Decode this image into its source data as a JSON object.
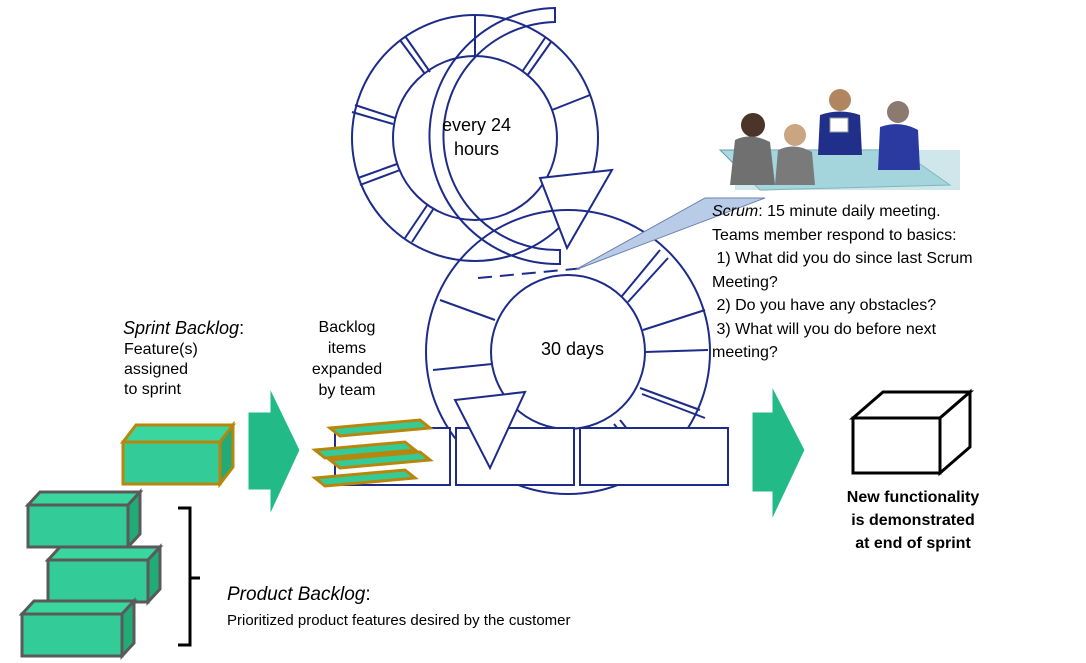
{
  "colors": {
    "cycle": "#1d2b8a",
    "block_fill": "#33cc99",
    "block_stroke": "#666666",
    "sprint_block_stroke": "#b8860b",
    "arrow_fill": "#22bb88",
    "callout_fill": "#b8cce8"
  },
  "daily_cycle": {
    "label_line1": "every 24",
    "label_line2": "hours"
  },
  "sprint_cycle": {
    "label": "30 days"
  },
  "scrum_callout": {
    "term": "Scrum",
    "line1_rest": ": 15 minute daily meeting.",
    "line2": "Teams member respond to basics:",
    "line3": " 1) What did you do since last Scrum",
    "line4": "Meeting?",
    "line5": " 2) Do you have any obstacles?",
    "line6": " 3) What will you do before next",
    "line7": "meeting?"
  },
  "sprint_backlog": {
    "title": "Sprint Backlog",
    "title_suffix": ":",
    "line1": "Feature(s)",
    "line2": "assigned",
    "line3": "to sprint"
  },
  "expanded_items": {
    "line1": "Backlog",
    "line2": "items",
    "line3": "expanded",
    "line4": "by team"
  },
  "product_backlog": {
    "title": "Product Backlog",
    "title_suffix": ":",
    "description": "Prioritized product features desired by the customer"
  },
  "outcome": {
    "line1": "New functionality",
    "line2": "is demonstrated",
    "line3": "at end of sprint"
  },
  "icons": [
    "meeting-illustration",
    "bracket-icon",
    "flow-arrow"
  ]
}
